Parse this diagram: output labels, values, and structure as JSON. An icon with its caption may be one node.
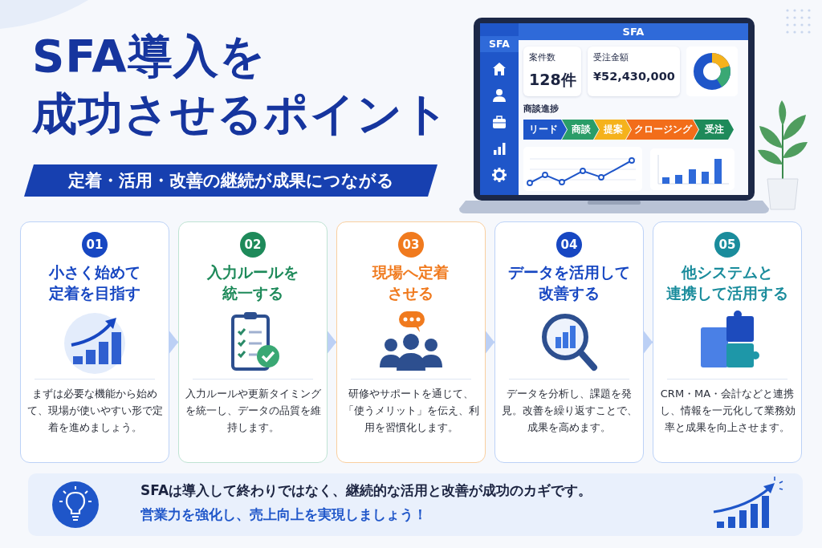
{
  "diagram": {
    "title": "SFA導入を成功させるポイント",
    "nodes": [
      {
        "text": [
          "定着・活用・改善の継続が成果につながる"
        ]
      },
      {
        "text": [
          "SFA"
        ]
      },
      {
        "text": [
          "SFA"
        ],
        "in": 1
      },
      {
        "text": [
          "案件数",
          "128件"
        ],
        "in": 1
      },
      {
        "text": [
          "受注金額",
          "¥52,430,000"
        ],
        "in": 1
      },
      {
        "text": [
          "リード"
        ],
        "in": 1
      },
      {
        "text": [
          "商談"
        ],
        "in": 1
      },
      {
        "text": [
          "提案"
        ],
        "in": 1
      },
      {
        "text": [
          "クロージング"
        ],
        "in": 1
      },
      {
        "text": [
          "受注"
        ],
        "in": 1
      },
      {
        "text": [
          "01",
          "小さく始めて定着を目指す",
          "まずは必要な機能から始めて、現場が使いやすい形で定着を進めましょう。"
        ]
      },
      {
        "text": [
          "02",
          "入力ルールを統一する",
          "入力ルールや更新タイミングを統一し、データの品質を維持します。"
        ]
      },
      {
        "text": [
          "03",
          "現場へ定着させる",
          "研修やサポートを通じて、「使うメリット」を伝え、利用を習慣化します。"
        ]
      },
      {
        "text": [
          "04",
          "データを活用して改善する",
          "データを分析し、課題を発見。改善を繰り返すことで、成果を高めます。"
        ]
      },
      {
        "text": [
          "05",
          "他システムと連携して活用する",
          "CRM・MA・会計などと連携し、情報を一元化して業務効率と成果を向上させます。"
        ]
      },
      {
        "text": [
          "SFAは導入して終わりではなく、継続的な活用と改善が成功のカギです。",
          "営業力を強化し、売上向上を実現しましょう！"
        ]
      }
    ],
    "edges": [
      {
        "from": 10,
        "to": 11,
        "arrow": "to"
      },
      {
        "from": 11,
        "to": 12,
        "arrow": "to"
      },
      {
        "from": 12,
        "to": 13,
        "arrow": "to"
      },
      {
        "from": 13,
        "to": 14,
        "arrow": "to"
      }
    ],
    "labels": [
      "商談進捗"
    ]
  }
}
